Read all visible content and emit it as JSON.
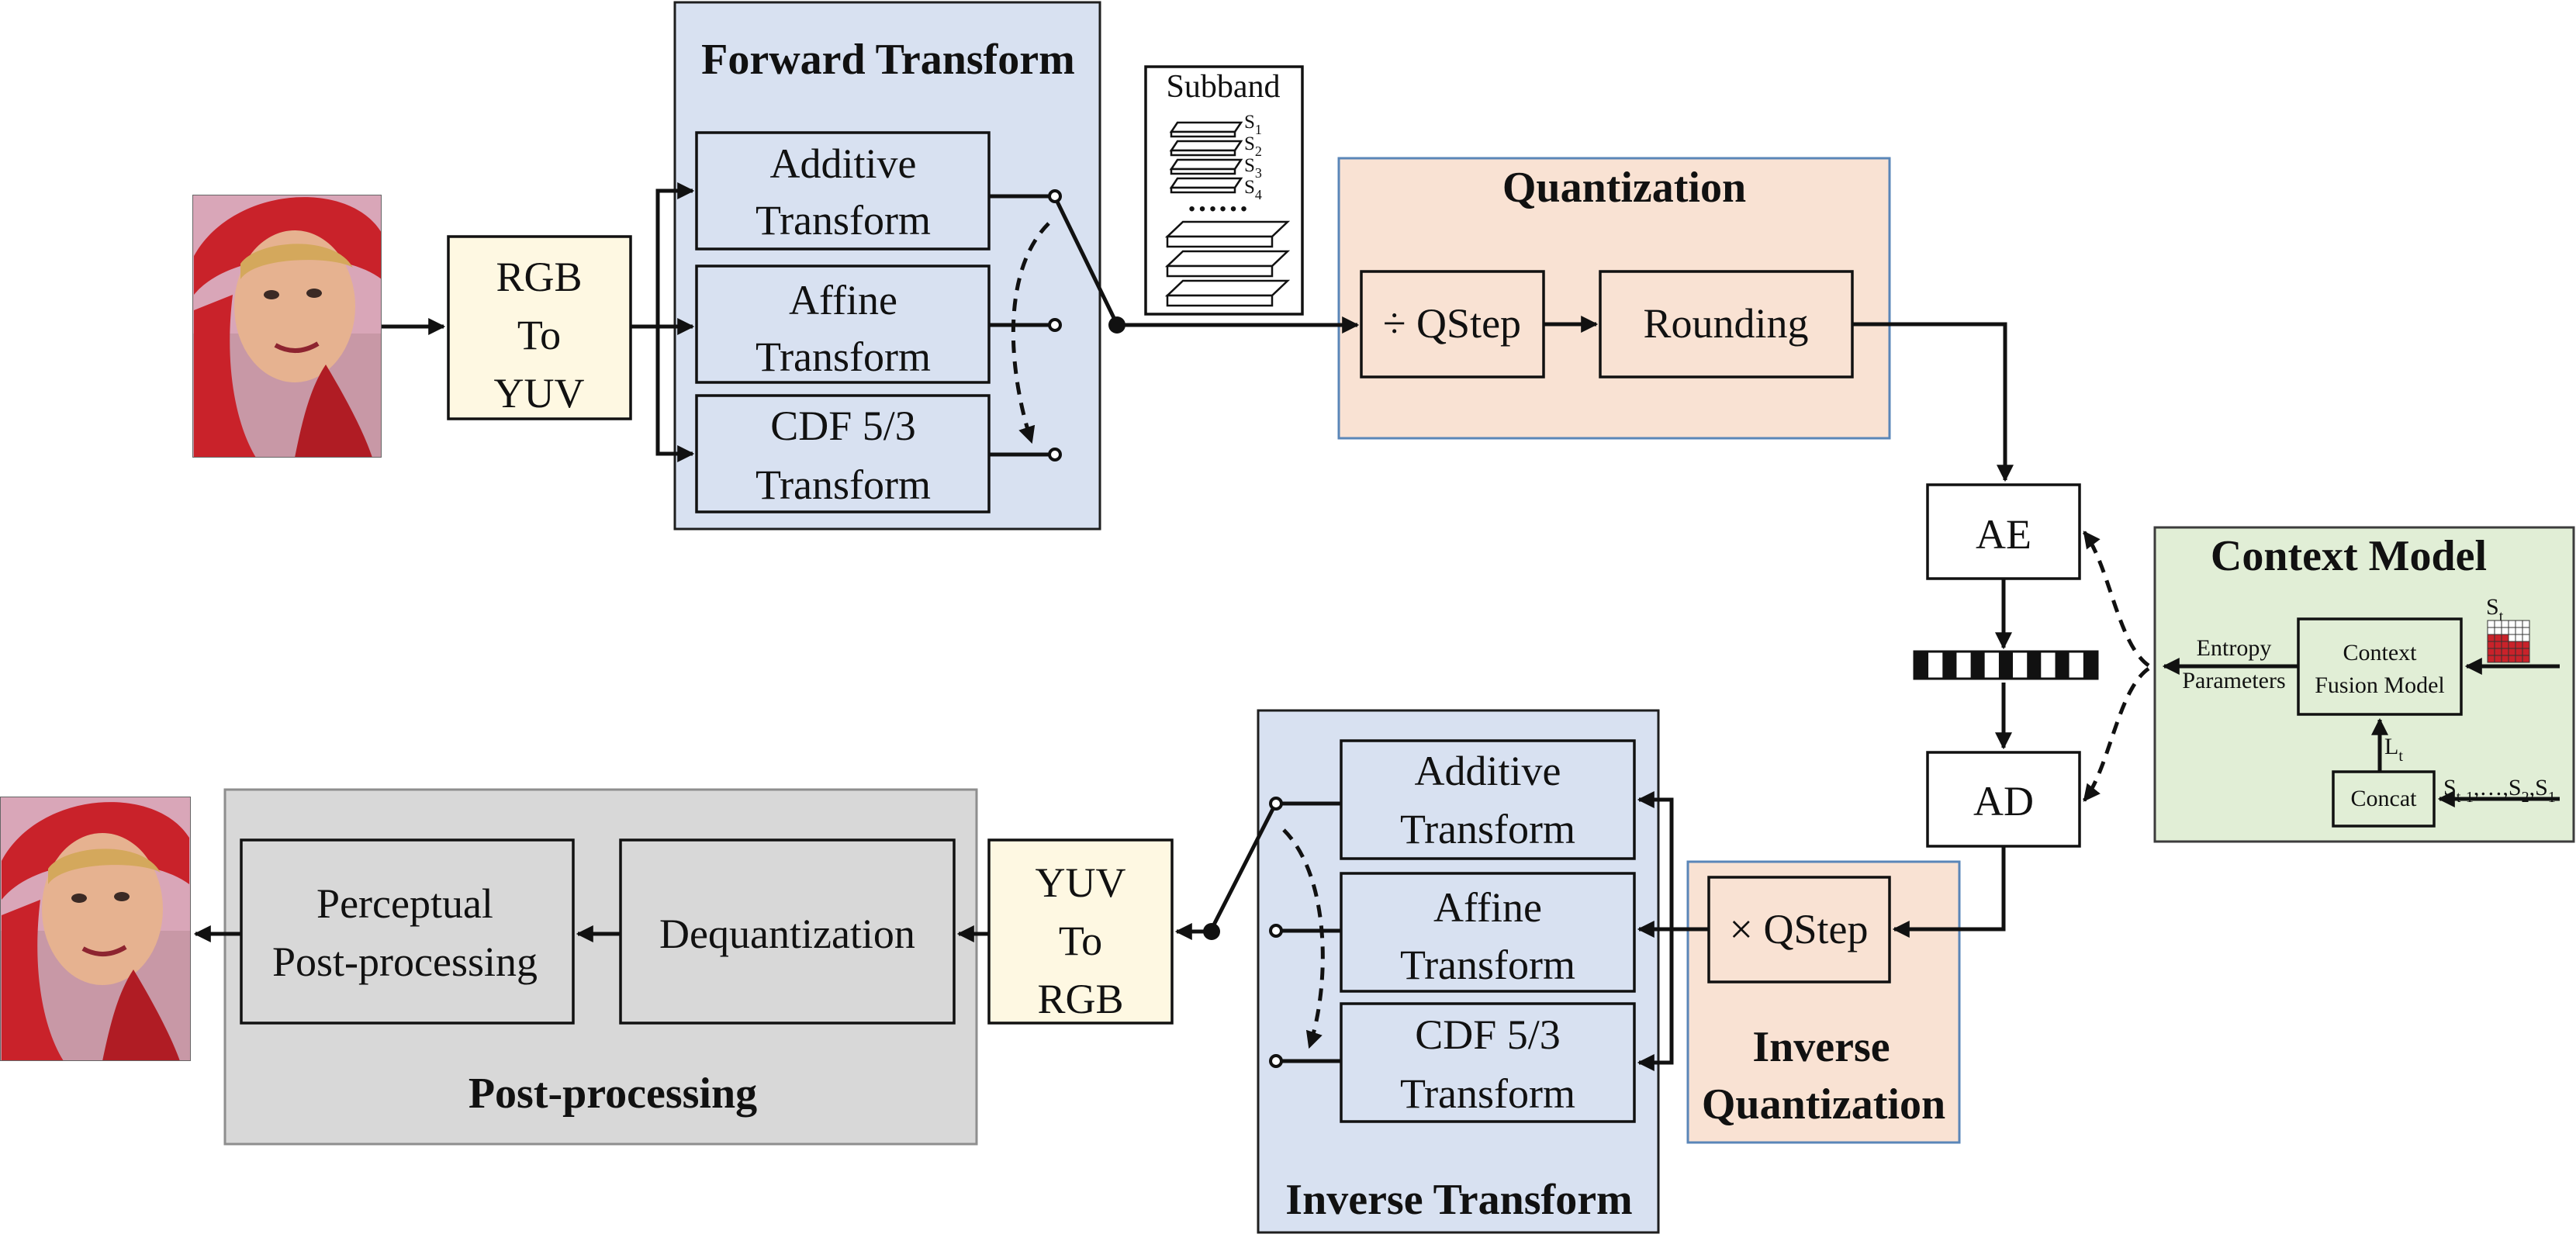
{
  "colors": {
    "transform_panel": "#d8e1f1",
    "transform_border": "#1e1e1e",
    "quant_panel": "#f9e2d3",
    "quant_border": "#5a86b8",
    "post_panel": "#d8d8d8",
    "post_border": "#8e8e8e",
    "context_panel": "#e1eed6",
    "context_border": "#3c3c3c",
    "color_box": "#fef8e2",
    "photo_red": "#c9222a"
  },
  "input_image": "input-photo",
  "output_image": "reconstructed-photo",
  "rgb_to_yuv": [
    "RGB",
    "To",
    "YUV"
  ],
  "forward_transform": {
    "title": "Forward Transform",
    "additive": [
      "Additive",
      "Transform"
    ],
    "affine": [
      "Affine",
      "Transform"
    ],
    "cdf": [
      "CDF 5/3",
      "Transform"
    ]
  },
  "subband": {
    "title": "Subband",
    "s1": "S",
    "s1_sub": "1",
    "s2": "S",
    "s2_sub": "2",
    "s3": "S",
    "s3_sub": "3",
    "s4": "S",
    "s4_sub": "4",
    "ellipsis": "……"
  },
  "quantization": {
    "title": "Quantization",
    "qstep": "÷ QStep",
    "rounding": "Rounding"
  },
  "ae": "AE",
  "ad": "AD",
  "bitstream": "bitstream",
  "context_model": {
    "title": "Context Model",
    "fusion": [
      "Context",
      "Fusion Model"
    ],
    "concat": "Concat",
    "entropy": [
      "Entropy",
      "Parameters"
    ],
    "st": "S",
    "st_sub": "t",
    "lt": "L",
    "lt_sub": "t",
    "prev_a": "S",
    "prev_a_sub": "t-1",
    "prev_b": ",…,S",
    "prev_b_sub": "2",
    "prev_c": ",S",
    "prev_c_sub": "1"
  },
  "inverse_quantization": {
    "title": [
      "Inverse",
      "Quantization"
    ],
    "qstep": "× QStep"
  },
  "inverse_transform": {
    "title": "Inverse Transform",
    "additive": [
      "Additive",
      "Transform"
    ],
    "affine": [
      "Affine",
      "Transform"
    ],
    "cdf": [
      "CDF 5/3",
      "Transform"
    ]
  },
  "yuv_to_rgb": [
    "YUV",
    "To",
    "RGB"
  ],
  "post_processing": {
    "title": "Post-processing",
    "dequantization": "Dequantization",
    "perceptual": [
      "Perceptual",
      "Post-processing"
    ]
  }
}
